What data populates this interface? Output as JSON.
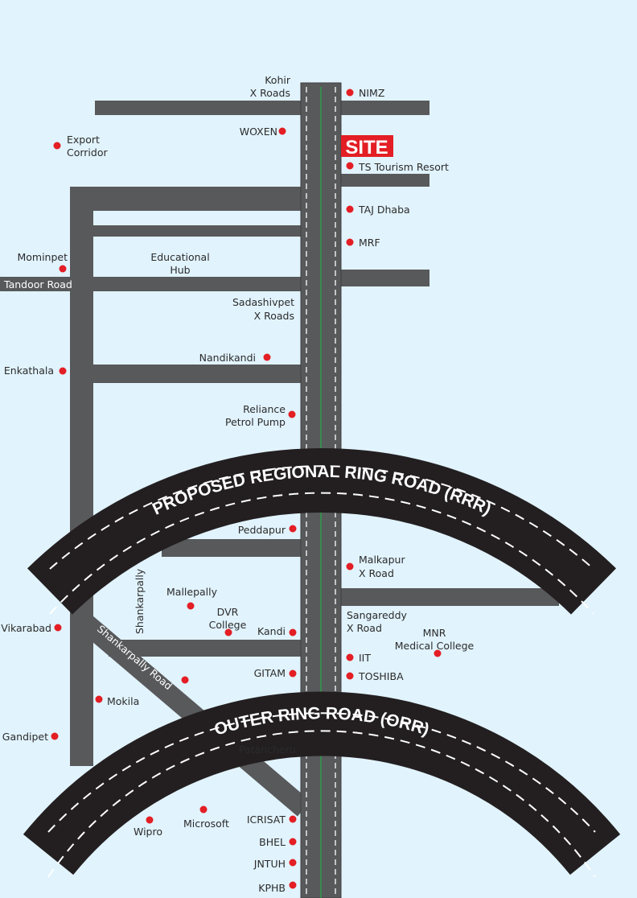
{
  "site": {
    "label": "SITE",
    "color": "#e31e24"
  },
  "ring_roads": {
    "rrr": "PROPOSED REGIONAL RING ROAD (RRR)",
    "orr": "OUTER RING ROAD (ORR)"
  },
  "roads": {
    "tandoor": "Tandoor Road",
    "shankarpally_road": "Shankarpally Road",
    "shankarpally": "Shankarpally"
  },
  "places": {
    "kohir_1": "Kohir",
    "kohir_2": "X Roads",
    "nimz": "NIMZ",
    "woxen": "WOXEN",
    "export_1": "Export",
    "export_2": "Corridor",
    "ts_tourism": "TS Tourism Resort",
    "taj": "TAJ Dhaba",
    "mrf": "MRF",
    "mominpet": "Mominpet",
    "edu_1": "Educational",
    "edu_2": "Hub",
    "sadashivpet_1": "Sadashivpet",
    "sadashivpet_2": "X Roads",
    "nandikandi": "Nandikandi",
    "enkathala": "Enkathala",
    "reliance_1": "Reliance",
    "reliance_2": "Petrol Pump",
    "peddapur": "Peddapur",
    "malkapur_1": "Malkapur",
    "malkapur_2": "X Road",
    "mallepally": "Mallepally",
    "dvr_1": "DVR",
    "dvr_2": "College",
    "kandi": "Kandi",
    "vikarabad": "Vikarabad",
    "sangareddy_1": "Sangareddy",
    "sangareddy_2": "X Road",
    "mnr_1": "MNR",
    "mnr_2": "Medical College",
    "iit": "IIT",
    "gitam": "GITAM",
    "toshiba": "TOSHIBA",
    "mokila": "Mokila",
    "gandipet": "Gandipet",
    "patancheru": "Patancheru",
    "wipro": "Wipro",
    "microsoft": "Microsoft",
    "icrisat": "ICRISAT",
    "bhel": "BHEL",
    "jntuh": "JNTUH",
    "kphb": "KPHB"
  },
  "colors": {
    "background": "#e1f3fd",
    "road": "#58595b",
    "ring_road": "#231f20",
    "marker": "#e31e24",
    "median": "#2e9a4a"
  }
}
